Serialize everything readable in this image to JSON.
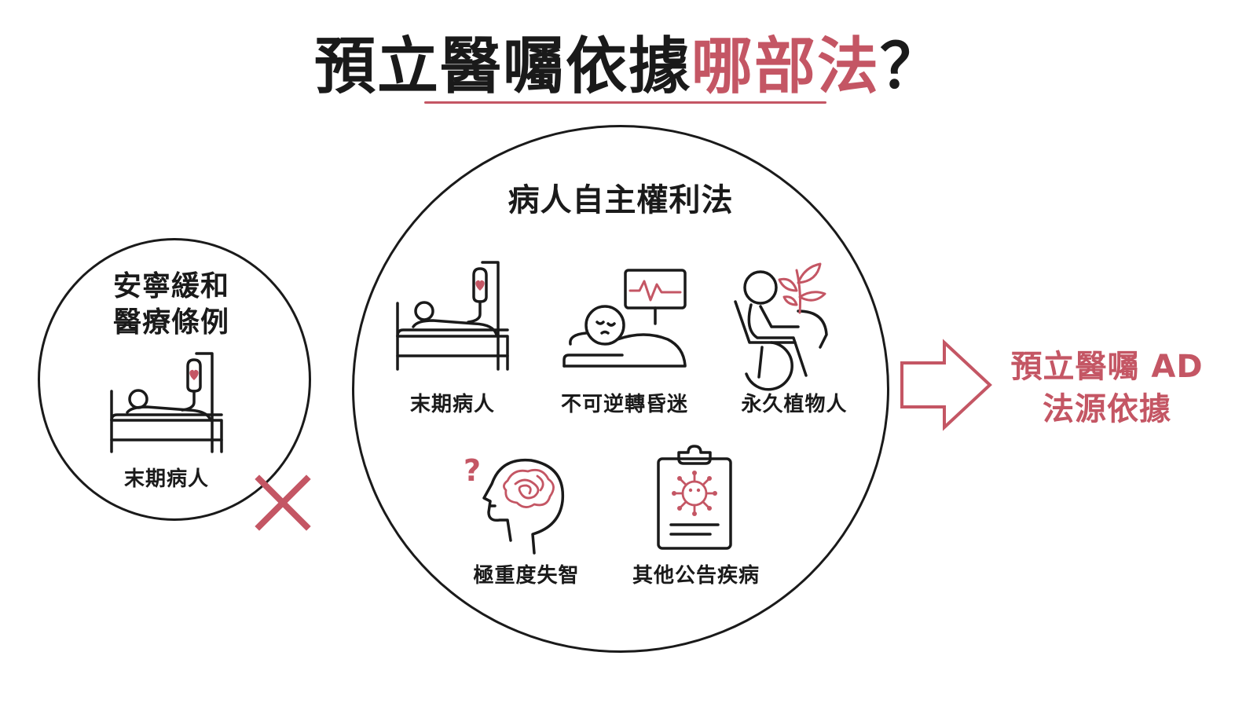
{
  "title": {
    "main": "預立醫囑依據",
    "highlight": "哪部法",
    "punct": "？"
  },
  "left_circle": {
    "heading_line1": "安寧緩和",
    "heading_line2": "醫療條例",
    "item_label": "末期病人",
    "status_icon": "cross-mark-icon"
  },
  "main_circle": {
    "heading": "病人自主權利法",
    "items": [
      {
        "label": "末期病人",
        "icon": "hospital-bed-iv-icon"
      },
      {
        "label": "不可逆轉昏迷",
        "icon": "coma-patient-monitor-icon"
      },
      {
        "label": "永久植物人",
        "icon": "wheelchair-plant-icon"
      },
      {
        "label": "極重度失智",
        "icon": "confused-brain-icon"
      },
      {
        "label": "其他公告疾病",
        "icon": "clipboard-virus-icon"
      }
    ]
  },
  "arrow_icon": "right-arrow-icon",
  "result": {
    "line1": "預立醫囑 AD",
    "line2": "法源依據"
  },
  "colors": {
    "accent": "#c45664",
    "ink": "#1a1a1a",
    "background": "#ffffff"
  }
}
